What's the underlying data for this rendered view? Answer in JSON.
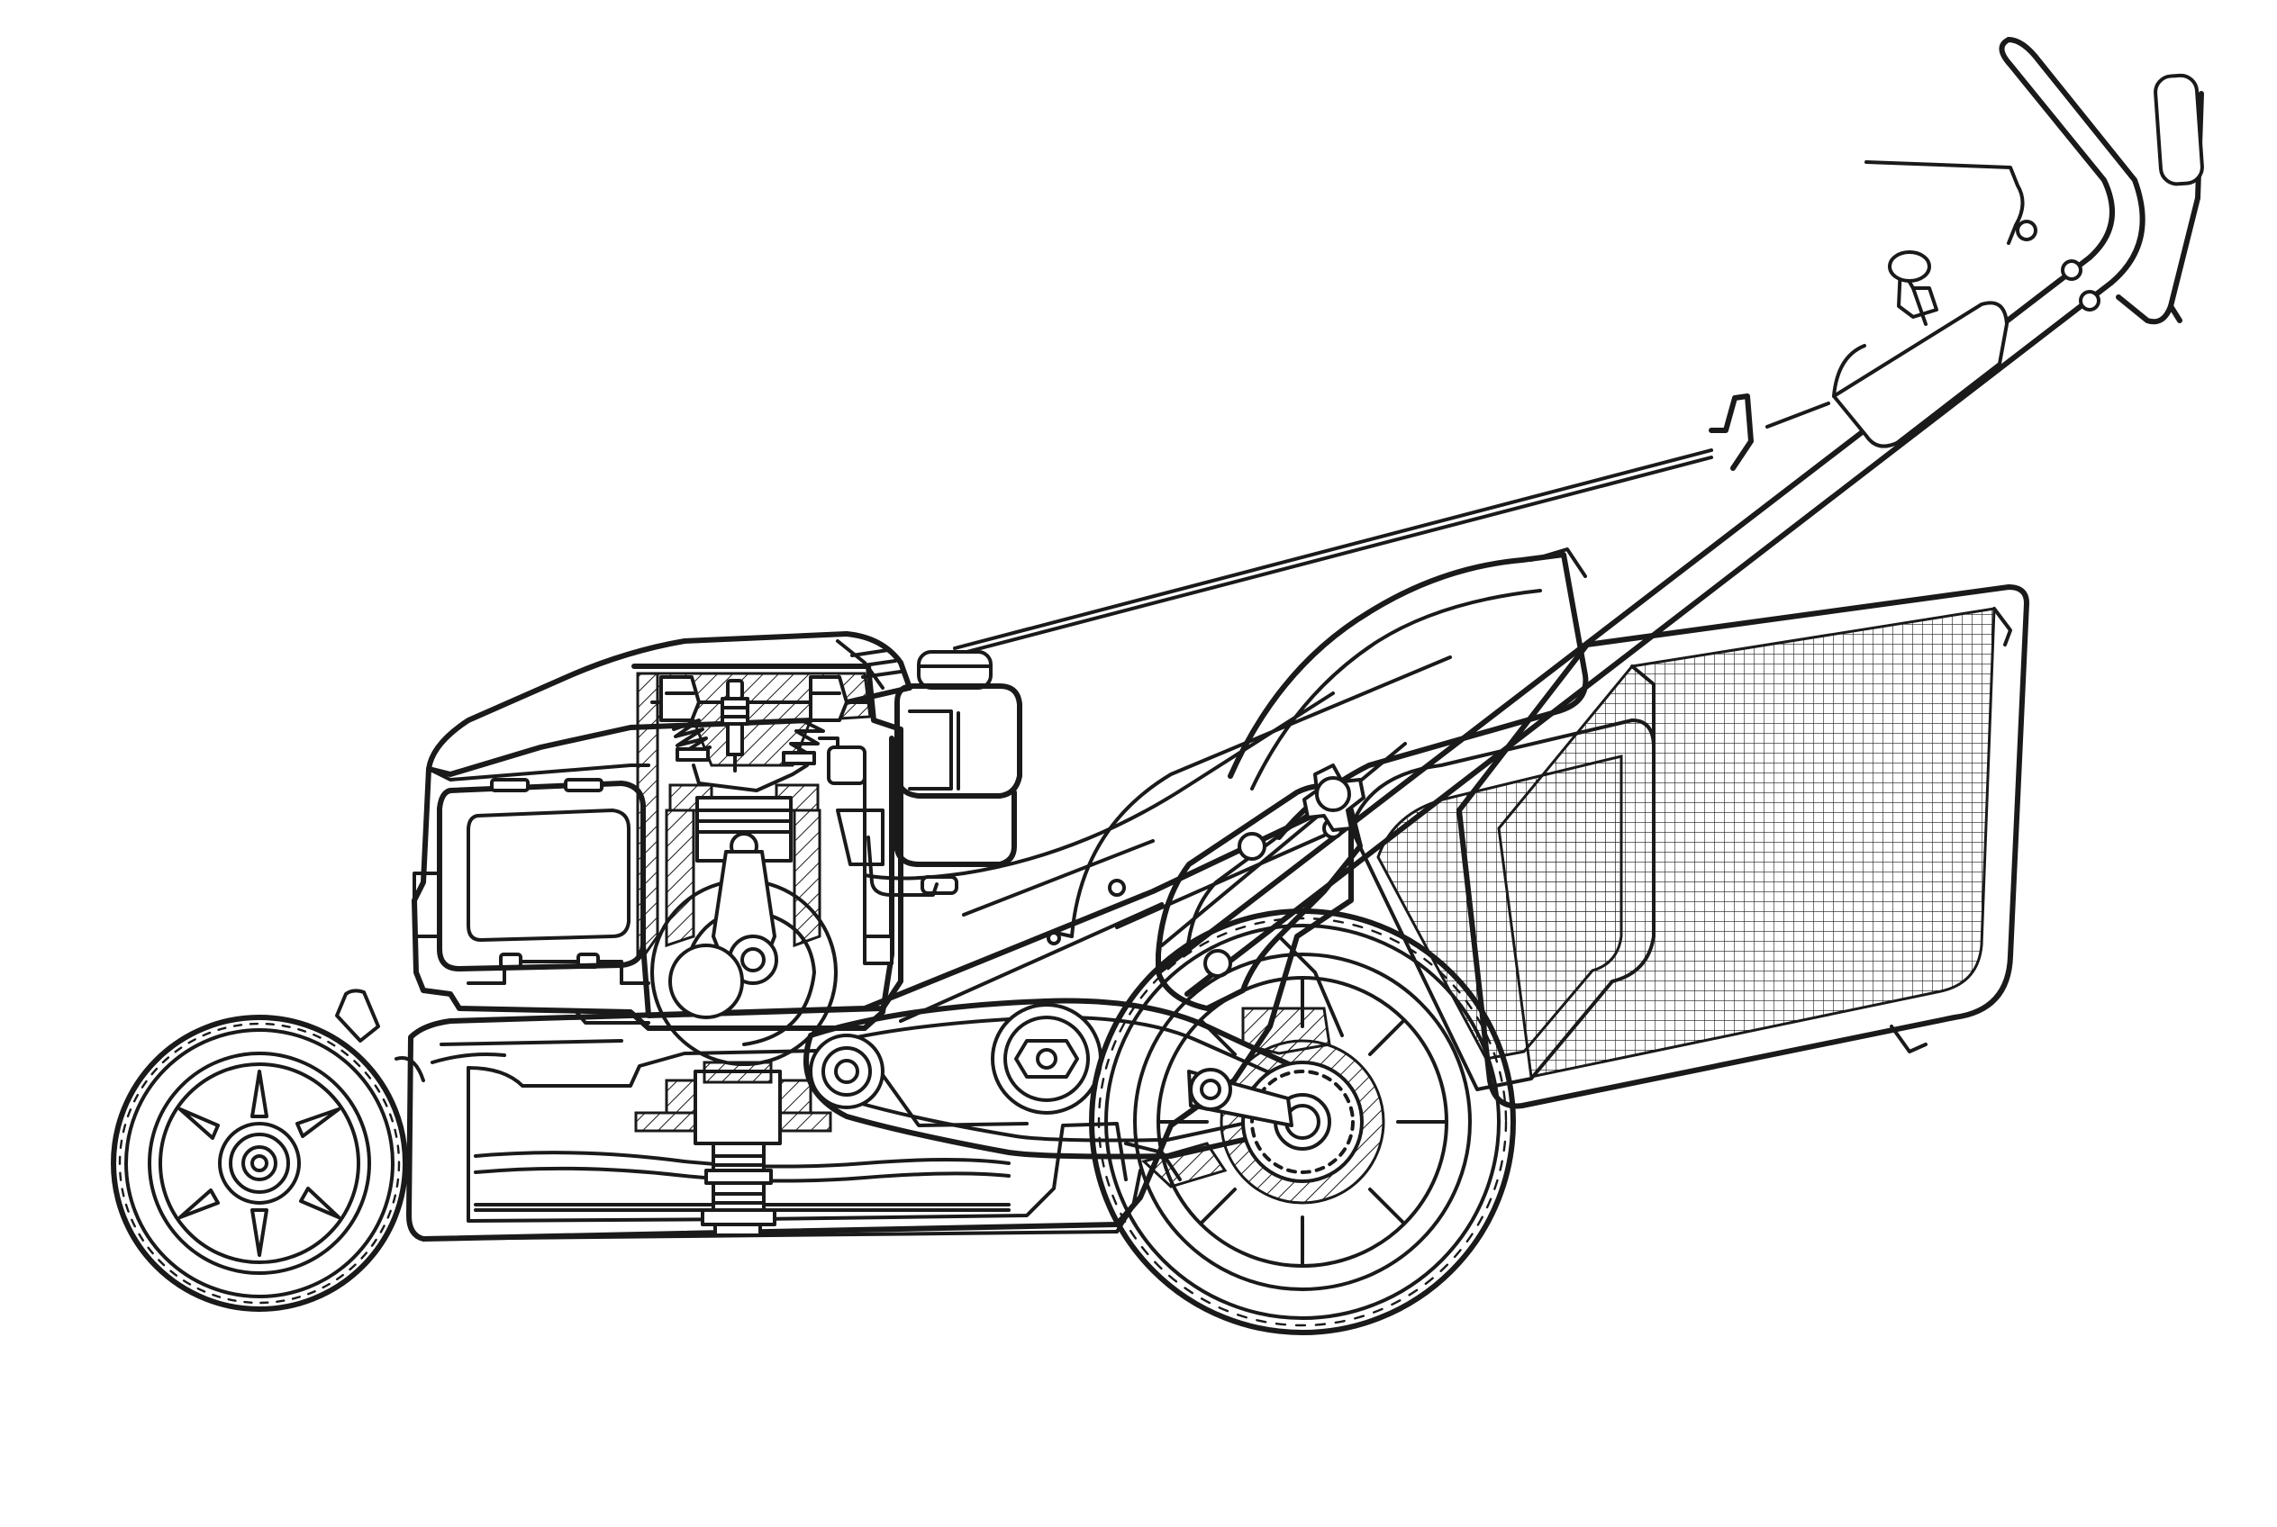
{
  "scene": {
    "background": "#ffffff",
    "line_color": "#1a1a1a",
    "style": "monochrome line-art cutaway",
    "labels": []
  },
  "components": [
    {
      "id": "engine-housing",
      "icon": "engine-icon"
    },
    {
      "id": "air-filter",
      "icon": "air-filter-icon"
    },
    {
      "id": "cylinder-head",
      "icon": "cylinder-icon"
    },
    {
      "id": "spark-plug",
      "icon": "spark-plug-icon"
    },
    {
      "id": "piston",
      "icon": "piston-icon"
    },
    {
      "id": "crankshaft",
      "icon": "crankshaft-icon"
    },
    {
      "id": "fuel-tank",
      "icon": "fuel-tank-icon"
    },
    {
      "id": "cutting-deck",
      "icon": "deck-icon"
    },
    {
      "id": "blade",
      "icon": "blade-icon"
    },
    {
      "id": "drive-belt",
      "icon": "belt-icon"
    },
    {
      "id": "front-wheel",
      "icon": "wheel-icon"
    },
    {
      "id": "rear-wheel",
      "icon": "wheel-icon"
    },
    {
      "id": "grass-catcher",
      "icon": "mesh-bag-icon"
    },
    {
      "id": "handle",
      "icon": "handle-icon"
    },
    {
      "id": "control-cable",
      "icon": "cable-icon"
    },
    {
      "id": "choke-knob",
      "icon": "knob-icon"
    }
  ]
}
